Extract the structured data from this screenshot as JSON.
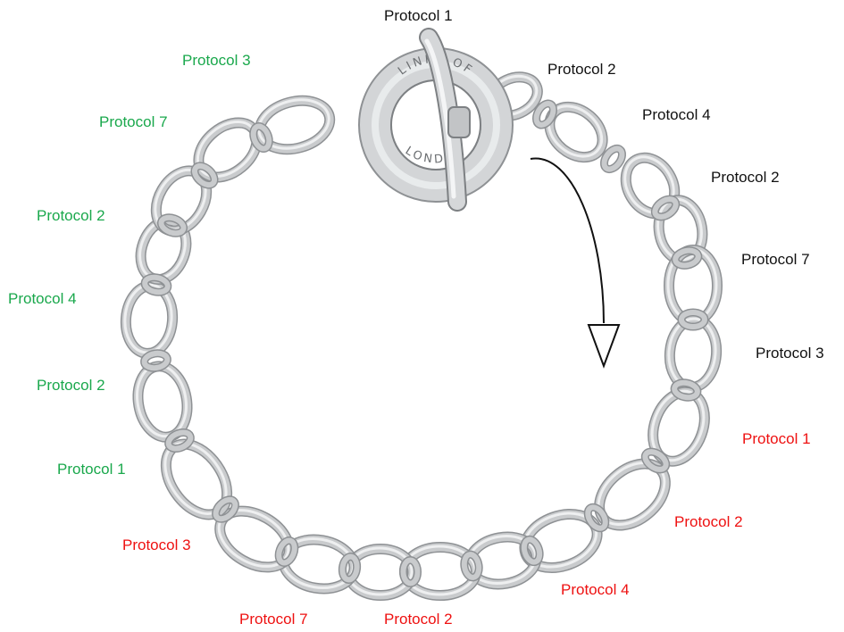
{
  "colors": {
    "black": "#111111",
    "green": "#1aa84c",
    "red": "#ee1111",
    "metal": "#c9cbcd",
    "metal_dark": "#8e9194",
    "metal_light": "#f2f3f4"
  },
  "clasp_engraving": {
    "top": "LINKS OF",
    "bottom": "LONDON"
  },
  "arrow_icon": "curved-arrow-clockwise",
  "labels": [
    {
      "text": "Protocol 1",
      "group": "black"
    },
    {
      "text": "Protocol 2",
      "group": "black"
    },
    {
      "text": "Protocol 4",
      "group": "black"
    },
    {
      "text": "Protocol 2",
      "group": "black"
    },
    {
      "text": "Protocol 7",
      "group": "black"
    },
    {
      "text": "Protocol 3",
      "group": "black"
    },
    {
      "text": "Protocol 1",
      "group": "red"
    },
    {
      "text": "Protocol 2",
      "group": "red"
    },
    {
      "text": "Protocol 4",
      "group": "red"
    },
    {
      "text": "Protocol 2",
      "group": "red"
    },
    {
      "text": "Protocol 7",
      "group": "red"
    },
    {
      "text": "Protocol 3",
      "group": "red"
    },
    {
      "text": "Protocol 1",
      "group": "green"
    },
    {
      "text": "Protocol 2",
      "group": "green"
    },
    {
      "text": "Protocol 4",
      "group": "green"
    },
    {
      "text": "Protocol 2",
      "group": "green"
    },
    {
      "text": "Protocol 7",
      "group": "green"
    },
    {
      "text": "Protocol 3",
      "group": "green"
    }
  ]
}
